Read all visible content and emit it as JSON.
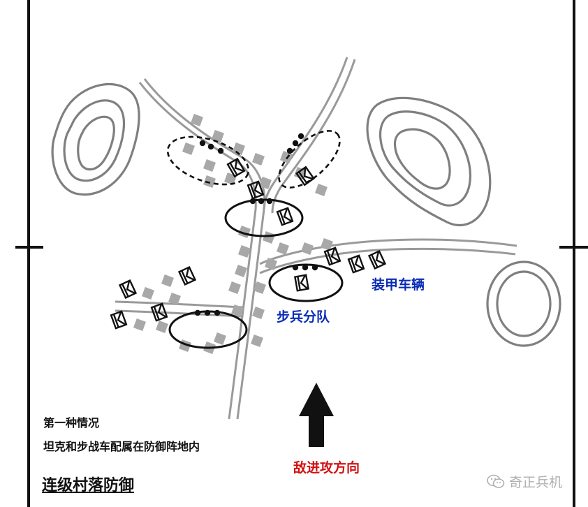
{
  "labels": {
    "armored_vehicles": "装甲车辆",
    "infantry_squad": "步兵分队",
    "enemy_direction": "敌进攻方向",
    "case_line1": "第一种情况",
    "case_line2": "坦克和步战车配属在防御阵地内",
    "title": "连级村落防御"
  },
  "watermark": {
    "text": "奇正兵机",
    "icon": "wechat-icon"
  },
  "icons": {
    "vehicle": "armored-vehicle-icon",
    "house": "house-block-icon",
    "soldier": "infantry-dot-icon",
    "arrow": "arrow-up-icon"
  },
  "colors": {
    "blue_label": "#0a2bb5",
    "red_label": "#d01010",
    "road": "#9a9a9a",
    "house": "#a8a8a8",
    "contour": "#7f7f7f"
  }
}
